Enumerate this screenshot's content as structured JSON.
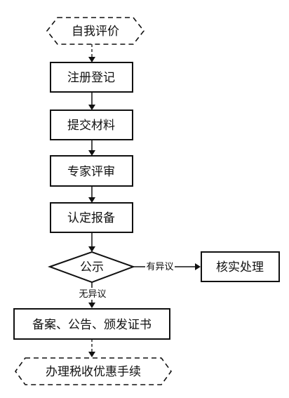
{
  "diagram": {
    "nodes": {
      "self_eval": "自我评价",
      "register": "注册登记",
      "submit": "提交材料",
      "review": "专家评审",
      "confirm": "认定报备",
      "publicity": "公示",
      "verify": "核实处理",
      "record": "备案、公告、颁发证书",
      "tax": "办理税收优惠手续"
    },
    "edges": {
      "has_objection": "有异议",
      "no_objection": "无异议"
    }
  }
}
